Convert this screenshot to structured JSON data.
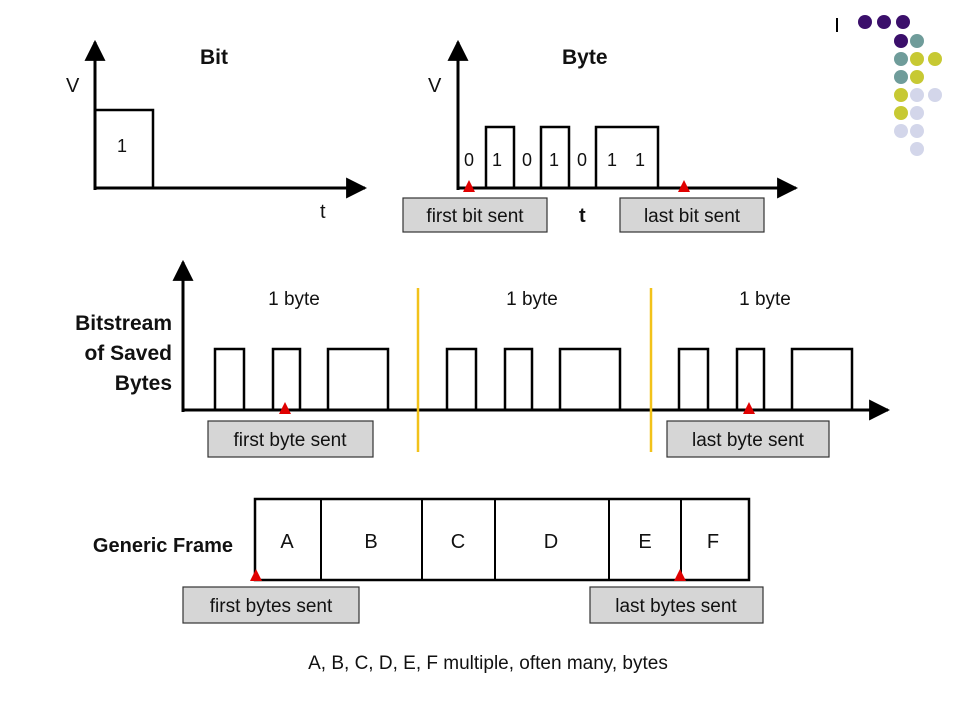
{
  "colors": {
    "dot_purple": "#3b0f6b",
    "dot_teal": "#6f9c9a",
    "dot_olive": "#c7c933",
    "dot_lavender": "#d3d6ea",
    "marker_red": "#e00000",
    "divider_yellow": "#f2c21a",
    "label_bg": "#d6d6d6"
  },
  "bit_panel": {
    "title": "Bit",
    "y_axis": "V",
    "x_axis": "t",
    "pulse_label": "1"
  },
  "byte_panel": {
    "title": "Byte",
    "y_axis": "V",
    "x_axis": "t",
    "bits": [
      "0",
      "1",
      "0",
      "1",
      "0",
      "1",
      "1"
    ],
    "first_label": "first bit sent",
    "last_label": "last bit sent"
  },
  "bitstream_panel": {
    "title_lines": [
      "Bitstream",
      "of Saved",
      "Bytes"
    ],
    "byte_labels": [
      "1 byte",
      "1 byte",
      "1 byte"
    ],
    "first_label": "first byte sent",
    "last_label": "last byte sent"
  },
  "frame_panel": {
    "title": "Generic Frame",
    "cells": [
      "A",
      "B",
      "C",
      "D",
      "E",
      "F"
    ],
    "first_label": "first bytes sent",
    "last_label": "last bytes sent",
    "caption": "A, B, C, D, E, F multiple, often many, bytes"
  }
}
